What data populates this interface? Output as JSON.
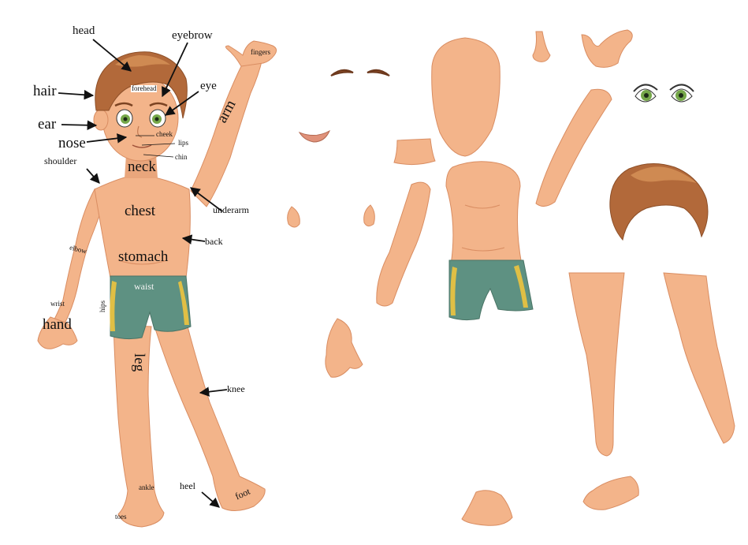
{
  "labels": {
    "head": "head",
    "eyebrow": "eyebrow",
    "fingers": "fingers",
    "hair": "hair",
    "forehead": "forehead",
    "eye": "eye",
    "ear": "ear",
    "cheek": "cheek",
    "nose": "nose",
    "lips": "lips",
    "chin": "chin",
    "shoulder": "shoulder",
    "neck": "neck",
    "arm": "arm",
    "underarm": "underarm",
    "chest": "chest",
    "back": "back",
    "elbow": "elbow",
    "stomach": "stomach",
    "waist": "waist",
    "hips": "hips",
    "wrist": "wrist",
    "hand": "hand",
    "leg": "leg",
    "knee": "knee",
    "ankle": "ankle",
    "heel": "heel",
    "foot": "foot",
    "toes": "toes"
  },
  "colors": {
    "skin": "#f3b48a",
    "skin_shade": "#d98d62",
    "hair": "#b2693a",
    "hair_light": "#cf8a52",
    "shorts": "#5e9182",
    "shorts_stripe": "#e0bf45",
    "eye_iris": "#76a84a",
    "arrow": "#111111"
  },
  "cutout_parts": [
    "eyebrows",
    "face",
    "nose",
    "hand",
    "eyes",
    "mouth",
    "neck",
    "ears",
    "arm",
    "torso",
    "hair",
    "shorts",
    "forearm",
    "legs",
    "feet"
  ]
}
